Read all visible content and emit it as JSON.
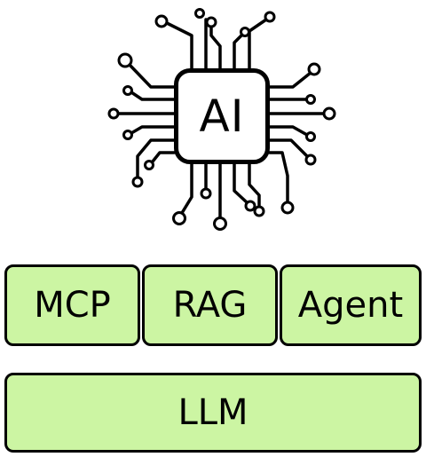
{
  "chip": {
    "label": "AI"
  },
  "blocks": [
    {
      "id": "mcp",
      "label": "MCP"
    },
    {
      "id": "rag",
      "label": "RAG"
    },
    {
      "id": "agent",
      "label": "Agent"
    }
  ],
  "base": {
    "label": "LLM"
  },
  "colors": {
    "block_fill": "#ccf5a3",
    "outline": "#000000",
    "chip_fill": "#ffffff"
  },
  "icons": [
    "circuit-trace-icon",
    "ai-chip-icon"
  ]
}
